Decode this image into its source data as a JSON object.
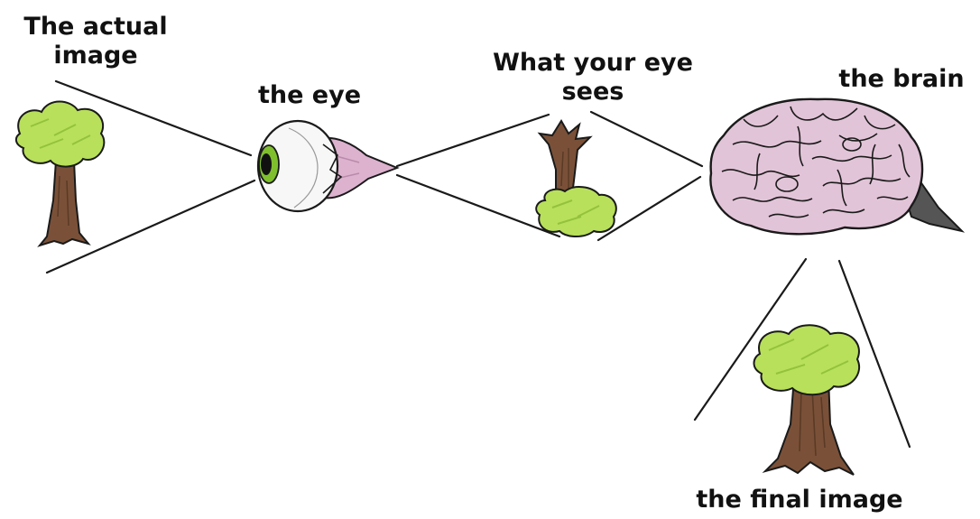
{
  "labels": {
    "actual_image": [
      "The actual",
      "image"
    ],
    "eye": "the eye",
    "what_eye_sees": [
      "What your eye",
      "sees"
    ],
    "brain": "the brain",
    "final_image": "the final image"
  },
  "colors": {
    "ink": "#1a1a1a",
    "foliage": "#b8e05a",
    "foliage_dark": "#93c23d",
    "trunk": "#7a5138",
    "trunk_dark": "#5a3a26",
    "brain_fill": "#e2c4d8",
    "eye_pink": "#dcb2cf",
    "iris_green": "#7fbf2e",
    "pupil": "#111111"
  },
  "icons": {
    "actual_tree": "tree-icon",
    "eye": "eyeball-icon",
    "inverted_tree": "upside-down-tree-icon",
    "brain": "brain-icon",
    "final_tree": "tree-icon"
  }
}
